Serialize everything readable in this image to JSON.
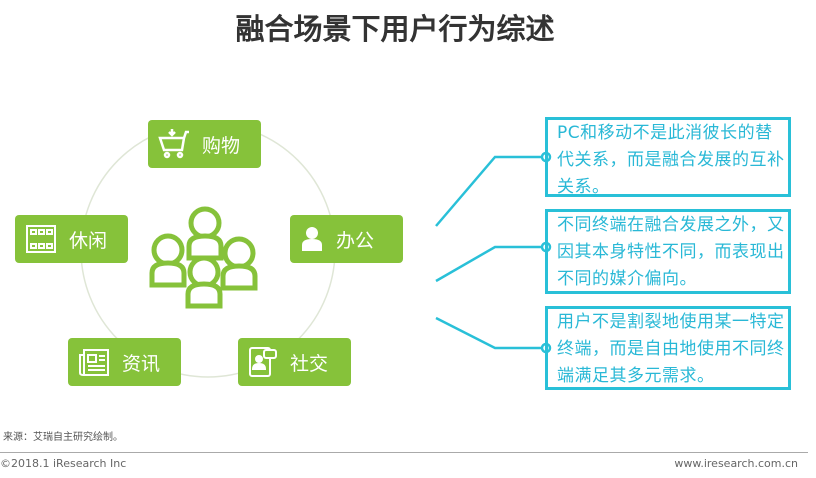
{
  "title": "融合场景下用户行为综述",
  "scenes": [
    {
      "label": "购物",
      "icon": "shopping-cart-icon"
    },
    {
      "label": "休闲",
      "icon": "film-icon"
    },
    {
      "label": "办公",
      "icon": "office-worker-icon"
    },
    {
      "label": "资讯",
      "icon": "newspaper-icon"
    },
    {
      "label": "社交",
      "icon": "social-phone-icon"
    }
  ],
  "descriptions": [
    "PC和移动不是此消彼长的替代关系，而是融合发展的互补关系。",
    "不同终端在融合发展之外，又因其本身特性不同，而表现出不同的媒介偏向。",
    "用户不是割裂地使用某一特定终端，而是自由地使用不同终端满足其多元需求。"
  ],
  "source": "来源：艾瑞自主研究绘制。",
  "copyright": "©2018.1 iResearch Inc",
  "url": "www.iresearch.com.cn",
  "colors": {
    "green": "#86c23a",
    "cyan": "#29c0d8"
  }
}
